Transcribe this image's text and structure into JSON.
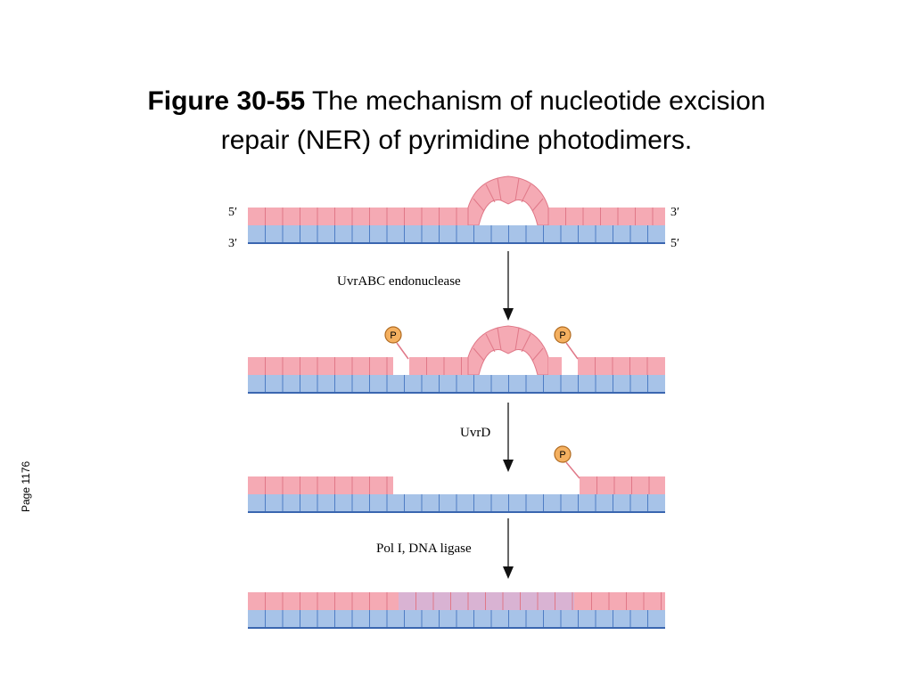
{
  "title": {
    "bold": "Figure 30-55",
    "text1": "The mechanism of nucleotide excision",
    "text2": "repair (NER) of pyrimidine photodimers."
  },
  "side_label": "Page 1176",
  "labels": {
    "five_prime": "5′",
    "three_prime": "3′",
    "step1": "UvrABC endonuclease",
    "step2": "UvrD",
    "step3": "Pol I, DNA ligase",
    "phosphate": "P"
  },
  "colors": {
    "top_strand": "#f5aab4",
    "top_strand_stroke": "#e07888",
    "bottom_strand": "#a7c3e8",
    "bottom_strand_stroke": "#4f7dc4",
    "backbone": "#3a66b0",
    "new_strand": "#d9b3d3",
    "phosphate_fill": "#f4b060",
    "phosphate_stroke": "#b06a20"
  }
}
